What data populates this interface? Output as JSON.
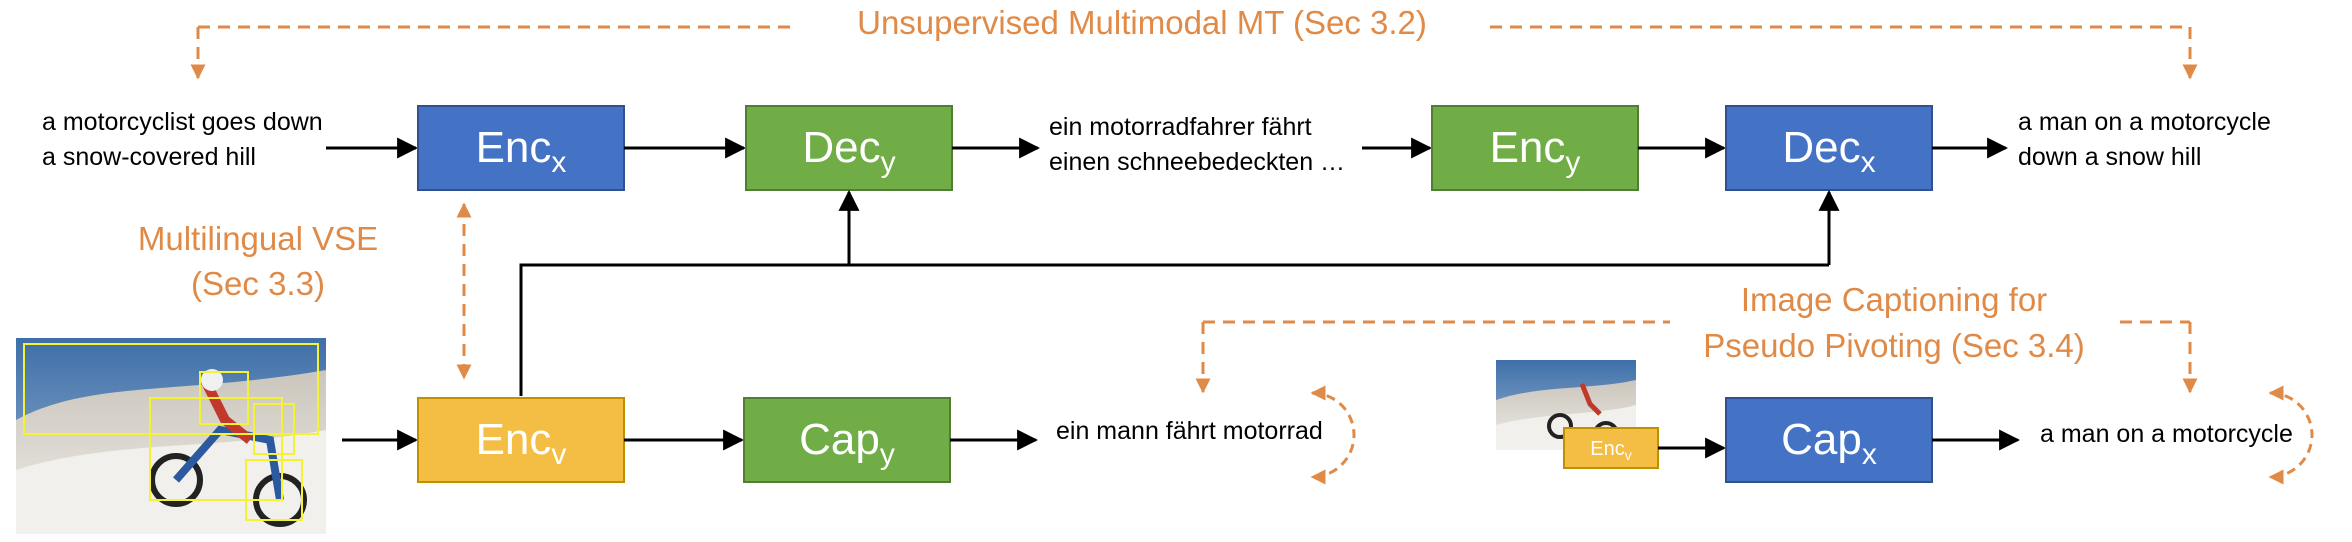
{
  "colors": {
    "enc_blue": "#4472C4",
    "dec_green": "#70AD47",
    "enc_v_yellow": "#F4BE45",
    "annotation_orange": "#E08A48",
    "box_border_blue": "#2F528F",
    "box_border_green": "#507E32",
    "box_border_yellow": "#BF9000"
  },
  "annotations": {
    "unsup_mt": "Unsupervised Multimodal MT (Sec 3.2)",
    "vse_line1": "Multilingual VSE",
    "vse_line2": "(Sec 3.3)",
    "cap_line1": "Image Captioning for",
    "cap_line2": "Pseudo Pivoting (Sec 3.4)"
  },
  "boxes": {
    "enc_x_top": {
      "base": "Enc",
      "sub": "x"
    },
    "dec_y_top": {
      "base": "Dec",
      "sub": "y"
    },
    "enc_y_top": {
      "base": "Enc",
      "sub": "y"
    },
    "dec_x_top": {
      "base": "Dec",
      "sub": "x"
    },
    "enc_v": {
      "base": "Enc",
      "sub": "v"
    },
    "cap_y": {
      "base": "Cap",
      "sub": "y"
    },
    "cap_x": {
      "base": "Cap",
      "sub": "x"
    },
    "enc_v_small": {
      "base": "Enc",
      "sub": "v"
    }
  },
  "texts": {
    "src_line1": "a motorcyclist goes down",
    "src_line2": "a snow-covered hill",
    "de_line1": "ein motorradfahrer fährt",
    "de_line2": "einen schneebedeckten …",
    "en_out_line1": "a man on a motorcycle",
    "en_out_line2": "down a snow hill",
    "de_caption": "ein mann fährt motorrad",
    "en_caption": "a man on a motorcycle"
  },
  "icons": {
    "photo_large": "motorcycle-desert-photo",
    "photo_small": "motorcycle-desert-photo",
    "cycle_arrow": "circular-refresh-arrow"
  }
}
